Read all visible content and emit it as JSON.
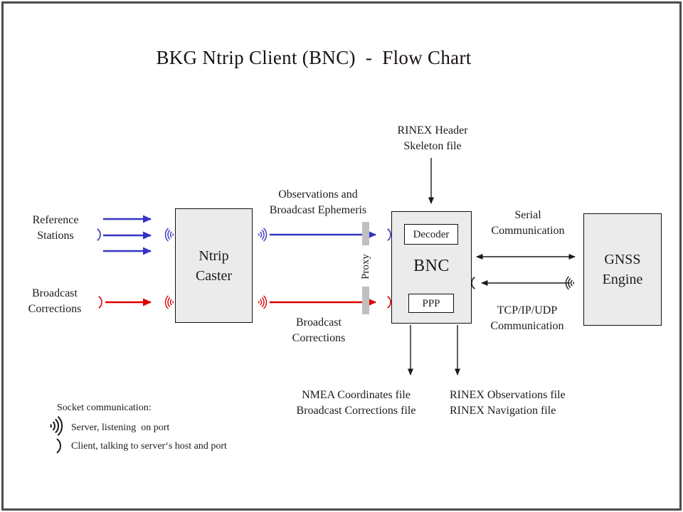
{
  "title": "BKG Ntrip Client (BNC)  -  Flow Chart",
  "colors": {
    "client_blue": "#3333c4",
    "correction_red": "#dd0000",
    "line_black": "#1a1a1a",
    "box_fill": "#ebebeb",
    "proxy_bar": "#bfbfbf",
    "frame": "#4b4b4b"
  },
  "nodes": {
    "ntrip_caster": {
      "line1": "Ntrip",
      "line2": "Caster"
    },
    "bnc": {
      "label": "BNC",
      "decoder": "Decoder",
      "ppp": "PPP"
    },
    "gnss": {
      "line1": "GNSS",
      "line2": "Engine"
    }
  },
  "labels": {
    "reference_stations": {
      "line1": "Reference",
      "line2": "Stations"
    },
    "broadcast_corrections_input": {
      "line1": "Broadcast",
      "line2": "Corrections"
    },
    "observations_stream": {
      "line1": "Observations and",
      "line2": "Broadcast Ephemeris"
    },
    "broadcast_corrections_stream": {
      "line1": "Broadcast",
      "line2": "Corrections"
    },
    "rinex_header": {
      "line1": "RINEX Header",
      "line2": "Skeleton file"
    },
    "serial": {
      "line1": "Serial",
      "line2": "Communication"
    },
    "tcpip": {
      "line1": "TCP/IP/UDP",
      "line2": "Communication"
    },
    "proxy": "Proxy",
    "nmea_outputs": {
      "line1": "NMEA Coordinates file",
      "line2": "Broadcast Corrections file"
    },
    "rinex_outputs": {
      "line1": "RINEX Observations file",
      "line2": "RINEX Navigation file"
    }
  },
  "legend": {
    "heading": "Socket communication:",
    "server": "Server, listening  on port",
    "client": "Client, talking to server‘s host and port"
  }
}
